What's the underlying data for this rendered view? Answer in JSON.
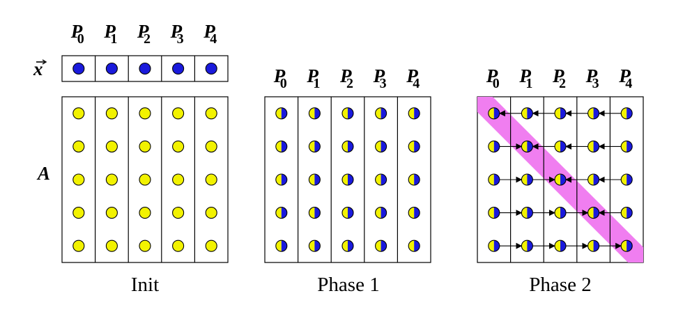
{
  "colors": {
    "x_dot": "#1a1adc",
    "a_dot": "#f2f200",
    "half_left": "#f2f200",
    "half_right": "#1a1adc",
    "diagonal_band": "#f07ef0"
  },
  "processors": [
    {
      "letter": "P",
      "index": "0"
    },
    {
      "letter": "P",
      "index": "1"
    },
    {
      "letter": "P",
      "index": "2"
    },
    {
      "letter": "P",
      "index": "3"
    },
    {
      "letter": "P",
      "index": "4"
    }
  ],
  "vector_label": "x",
  "matrix_label": "A",
  "panels": [
    {
      "caption": "Init",
      "dot_style": "yellow"
    },
    {
      "caption": "Phase 1",
      "dot_style": "half"
    },
    {
      "caption": "Phase 2",
      "dot_style": "half",
      "arrows": "toward-diagonal",
      "highlight": "diagonal"
    }
  ],
  "grid_size": 5
}
